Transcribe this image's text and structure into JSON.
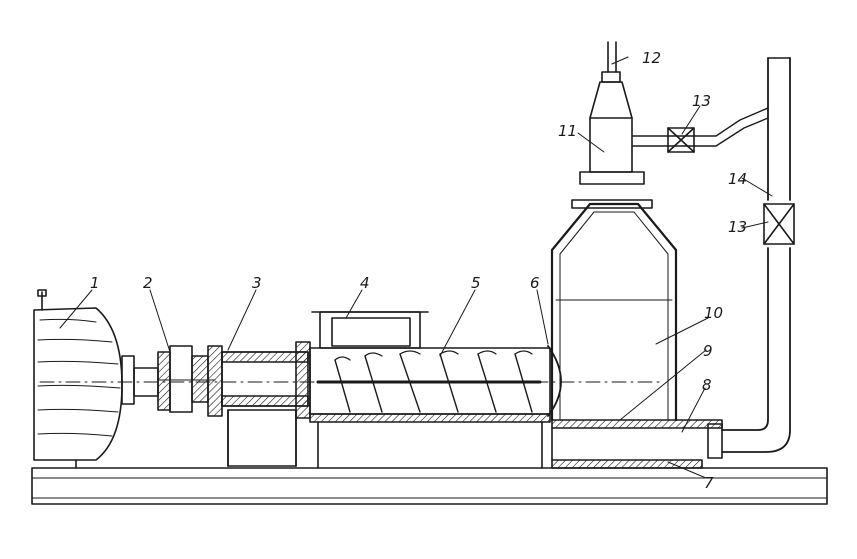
{
  "diagram": {
    "callouts": [
      {
        "id": "c1",
        "label": "1"
      },
      {
        "id": "c2",
        "label": "2"
      },
      {
        "id": "c3",
        "label": "3"
      },
      {
        "id": "c4",
        "label": "4"
      },
      {
        "id": "c5",
        "label": "5"
      },
      {
        "id": "c6",
        "label": "6"
      },
      {
        "id": "c7",
        "label": "7"
      },
      {
        "id": "c8",
        "label": "8"
      },
      {
        "id": "c9",
        "label": "9"
      },
      {
        "id": "c10",
        "label": "10"
      },
      {
        "id": "c11",
        "label": "11"
      },
      {
        "id": "c12",
        "label": "12"
      },
      {
        "id": "c13a",
        "label": "13"
      },
      {
        "id": "c13b",
        "label": "13"
      },
      {
        "id": "c14",
        "label": "14"
      }
    ],
    "colors": {
      "ink": "#1a1a1a",
      "paper": "#ffffff"
    }
  }
}
